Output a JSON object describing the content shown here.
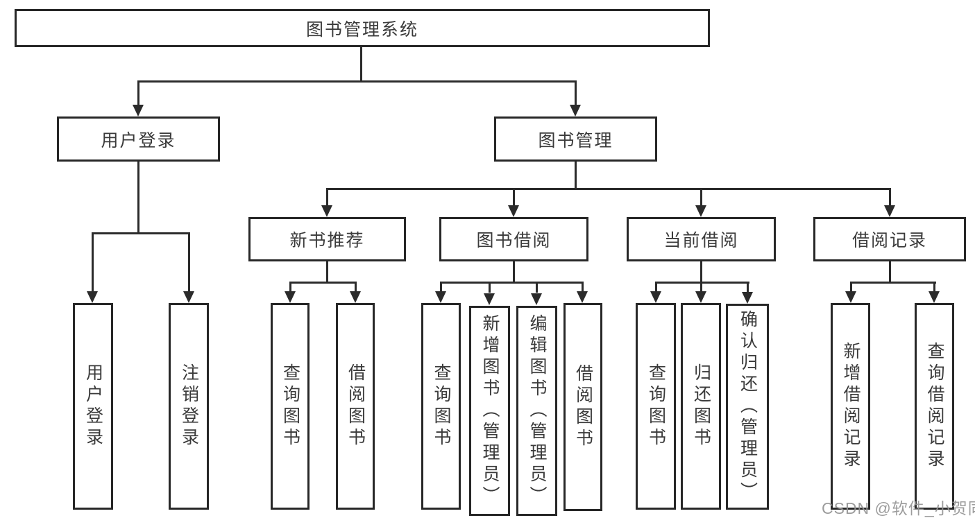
{
  "tree": {
    "root": {
      "label": "图书管理系统"
    },
    "user_login": {
      "label": "用户登录",
      "children": [
        {
          "label": "用户登录"
        },
        {
          "label": "注销登录"
        }
      ]
    },
    "book_mgmt": {
      "label": "图书管理",
      "children": [
        {
          "label": "新书推荐",
          "children": [
            {
              "label": "查询图书"
            },
            {
              "label": "借阅图书"
            }
          ]
        },
        {
          "label": "图书借阅",
          "children": [
            {
              "label": "查询图书"
            },
            {
              "label": "新增图书（管理员）"
            },
            {
              "label": "编辑图书（管理员）"
            },
            {
              "label": "借阅图书"
            }
          ]
        },
        {
          "label": "当前借阅",
          "children": [
            {
              "label": "查询图书"
            },
            {
              "label": "归还图书"
            },
            {
              "label": "确认归还（管理员）"
            }
          ]
        },
        {
          "label": "借阅记录",
          "children": [
            {
              "label": "新增借阅记录"
            },
            {
              "label": "查询借阅记录"
            }
          ]
        }
      ]
    }
  },
  "watermark": {
    "text": "CSDN @软件_小贺同学"
  },
  "colors": {
    "line": "#2b2b2b",
    "border": "#272727",
    "text": "#3a3a3a",
    "background": "#ffffff",
    "watermark": "#949494"
  }
}
